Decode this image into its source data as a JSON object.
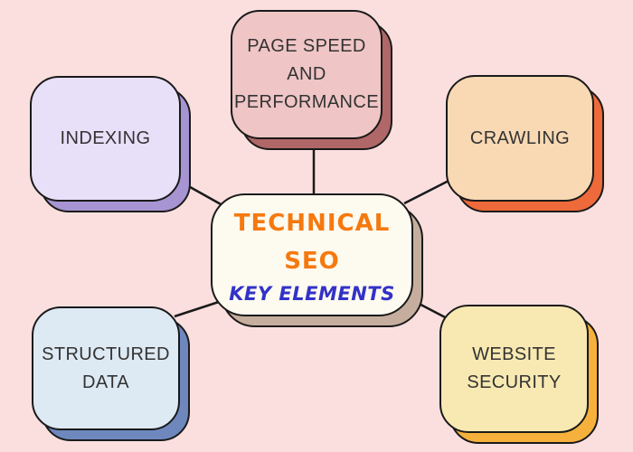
{
  "canvas": {
    "background": "#FBDFDF",
    "connector_color": "#1a1a1a"
  },
  "center": {
    "title_line1": "TECHNICAL",
    "title_line2": "SEO",
    "subtitle": "KEY ELEMENTS",
    "fill": "#FDFAF0",
    "shadow": "#C6AE9E",
    "title_color": "#F5790F",
    "subtitle_color": "#3232C8"
  },
  "nodes": [
    {
      "id": "page-speed",
      "lines": [
        "PAGE SPEED",
        "AND",
        "PERFORMANCE"
      ],
      "fill": "#EFC5C5",
      "shadow": "#B06767"
    },
    {
      "id": "indexing",
      "lines": [
        "INDEXING"
      ],
      "fill": "#E8DFF9",
      "shadow": "#A794D2"
    },
    {
      "id": "crawling",
      "lines": [
        "CRAWLING"
      ],
      "fill": "#F8D9B3",
      "shadow": "#EE6A3A"
    },
    {
      "id": "structured-data",
      "lines": [
        "STRUCTURED",
        "DATA"
      ],
      "fill": "#DDE9F3",
      "shadow": "#6E88BE"
    },
    {
      "id": "website-security",
      "lines": [
        "WEBSITE",
        "SECURITY"
      ],
      "fill": "#F8E9B2",
      "shadow": "#F6B13C"
    }
  ],
  "text_color": "#333333"
}
